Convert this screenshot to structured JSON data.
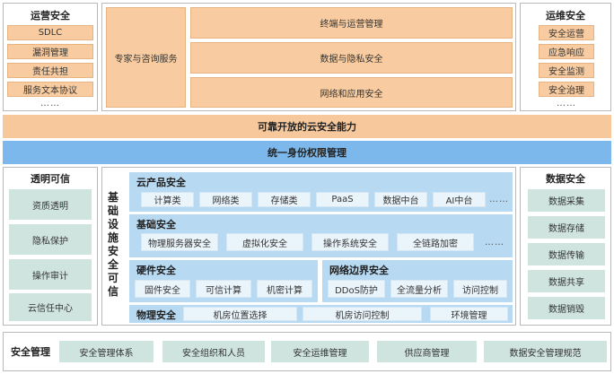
{
  "ops_security": {
    "title": "运营安全",
    "items": [
      "SDLC",
      "漏洞管理",
      "责任共担",
      "服务文本协议"
    ],
    "more": "……"
  },
  "maintenance_security": {
    "title": "运维安全",
    "items": [
      "安全运营",
      "应急响应",
      "安全监测",
      "安全治理"
    ],
    "more": "……"
  },
  "top_center": {
    "expert_service": "专家与咨询服务",
    "rows": [
      "终端与运营管理",
      "数据与隐私安全",
      "网络和应用安全"
    ]
  },
  "bands": {
    "capability": "可靠开放的云安全能力",
    "identity": "统一身份权限管理"
  },
  "transparency": {
    "title": "透明可信",
    "items": [
      "资质透明",
      "隐私保护",
      "操作审计",
      "云信任中心"
    ]
  },
  "data_security": {
    "title": "数据安全",
    "items": [
      "数据采集",
      "数据存储",
      "数据传输",
      "数据共享",
      "数据销毁"
    ]
  },
  "infrastructure": {
    "vertical_label": "基础设施安全可信",
    "cloud_product": {
      "title": "云产品安全",
      "items": [
        "计算类",
        "网络类",
        "存储类",
        "PaaS",
        "数据中台",
        "AI中台"
      ],
      "more": "……"
    },
    "basic": {
      "title": "基础安全",
      "items": [
        "物理服务器安全",
        "虚拟化安全",
        "操作系统安全",
        "全链路加密"
      ],
      "more": "……"
    },
    "hardware": {
      "title": "硬件安全",
      "items": [
        "固件安全",
        "可信计算",
        "机密计算"
      ]
    },
    "network_border": {
      "title": "网络边界安全",
      "items": [
        "DDoS防护",
        "全流量分析",
        "访问控制"
      ]
    },
    "physical": {
      "title": "物理安全",
      "items": [
        "机房位置选择",
        "机房访问控制",
        "环境管理"
      ]
    }
  },
  "security_management": {
    "title": "安全管理",
    "items": [
      "安全管理体系",
      "安全组织和人员",
      "安全运维管理",
      "供应商管理",
      "数据安全管理规范"
    ]
  },
  "colors": {
    "orange_box": "#f8cca0",
    "orange_band": "#f6c89c",
    "blue_band": "#7cb8ec",
    "blue_panel": "#b8d9f2",
    "green_box": "#cfe4df"
  }
}
